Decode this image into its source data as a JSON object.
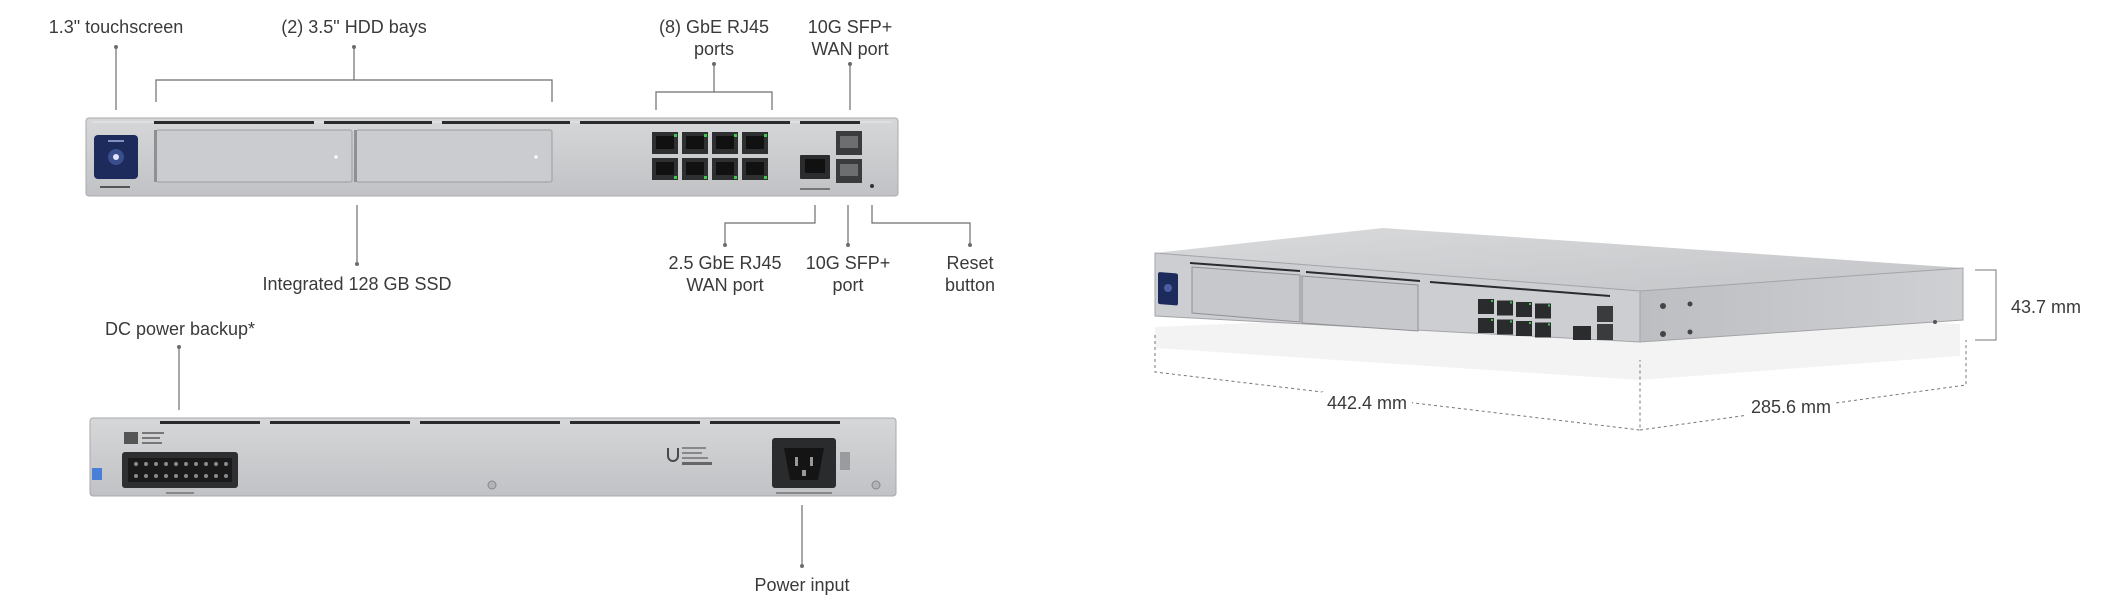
{
  "front_labels": {
    "touchscreen": "1.3\" touchscreen",
    "hdd_bays": "(2) 3.5\" HDD bays",
    "gbe_ports": [
      "(8) GbE RJ45",
      "ports"
    ],
    "sfp_wan": [
      "10G SFP+",
      "WAN port"
    ],
    "ssd": "Integrated 128 GB SSD",
    "wan_25": [
      "2.5 GbE RJ45",
      "WAN port"
    ],
    "sfp_port": [
      "10G SFP+",
      "port"
    ],
    "reset": [
      "Reset",
      "button"
    ]
  },
  "rear_labels": {
    "dc_backup": "DC power backup*",
    "power_input": "Power input"
  },
  "dimensions": {
    "width": "442.4 mm",
    "depth": "285.6 mm",
    "height": "43.7 mm"
  },
  "colors": {
    "chassis": "#c9cacc",
    "chassis_dark": "#a9abae",
    "port_green": "#3ecb4a",
    "screen_blue": "#1c2a5c"
  }
}
